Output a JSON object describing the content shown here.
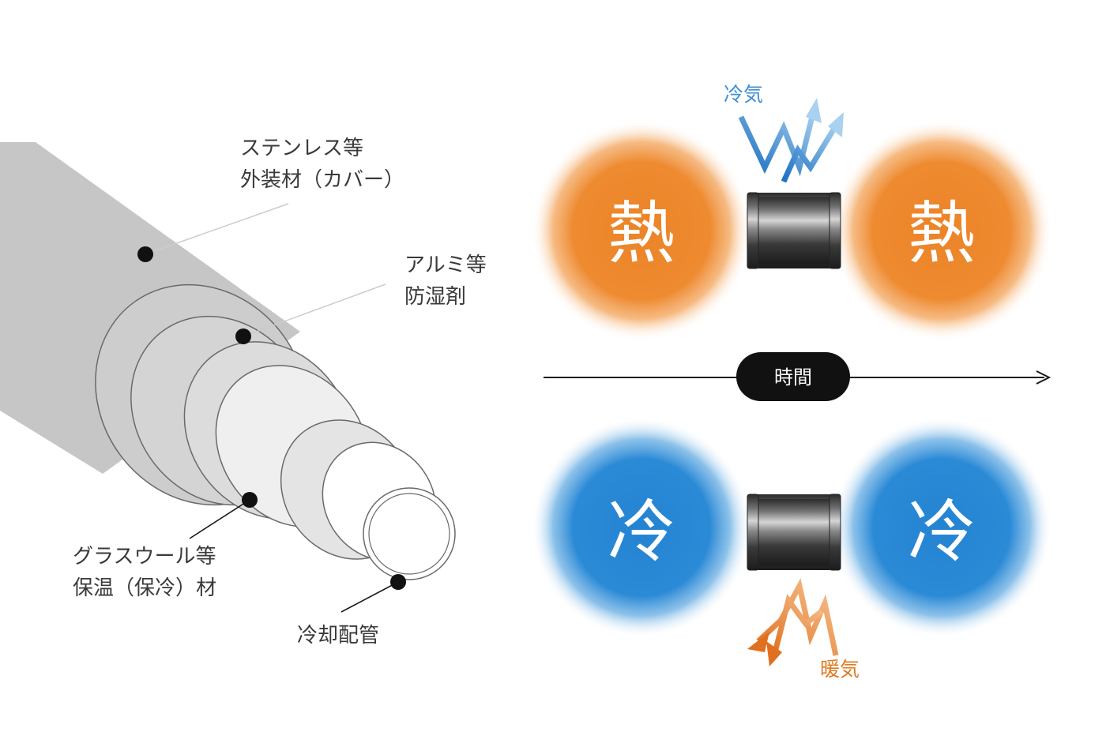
{
  "pipe_labels": {
    "cover_line1": "ステンレス等",
    "cover_line2": "外装材（カバー）",
    "moisture_line1": "アルミ等",
    "moisture_line2": "防湿剤",
    "insulation_line1": "グラスウール等",
    "insulation_line2": "保温（保冷）材",
    "pipe": "冷却配管"
  },
  "diagram": {
    "heat_left": "熱",
    "heat_right": "熱",
    "cold_left": "冷",
    "cold_right": "冷",
    "cool_air": "冷気",
    "warm_air": "暖気",
    "time": "時間"
  },
  "colors": {
    "heat": "#ee8a2e",
    "cold": "#2b8ad6",
    "cool_arrow": "#3f8fd2",
    "warm_arrow": "#e07a22",
    "pipe_gray": "#c7c7c7"
  }
}
